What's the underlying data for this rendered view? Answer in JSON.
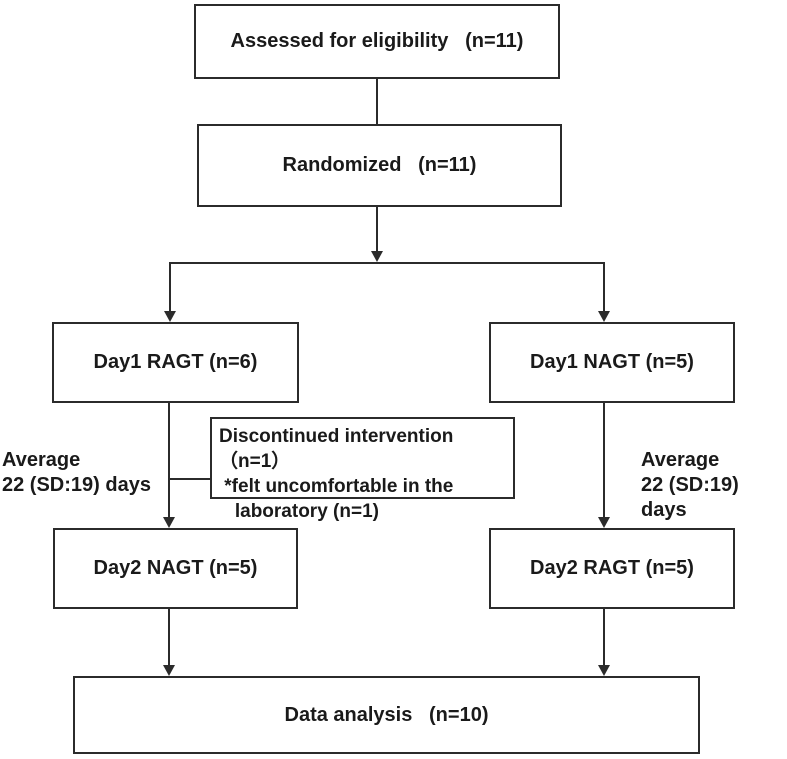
{
  "diagram": {
    "kind": "participant-flow-chart",
    "colors": {
      "background": "#ffffff",
      "line": "#2b2b2b",
      "text": "#1a1a1a",
      "box_fill": "#ffffff"
    },
    "boxes": {
      "assessed": {
        "label": "Assessed for eligibility   (n=11)"
      },
      "randomized": {
        "label": "Randomized   (n=11)"
      },
      "day1_ragt": {
        "label": "Day1 RAGT (n=6)"
      },
      "day1_nagt": {
        "label": "Day1 NAGT (n=5)"
      },
      "discontinued": {
        "label": "Discontinued intervention （n=1）\n *felt uncomfortable in the\n   laboratory (n=1)"
      },
      "day2_nagt": {
        "label": "Day2 NAGT (n=5)"
      },
      "day2_ragt": {
        "label": "Day2 RAGT (n=5)"
      },
      "data_analysis": {
        "label": "Data analysis   (n=10)"
      }
    },
    "annotations": {
      "left_interval": "Average\n22 (SD:19) days",
      "right_interval": "Average\n22 (SD:19) days"
    }
  }
}
